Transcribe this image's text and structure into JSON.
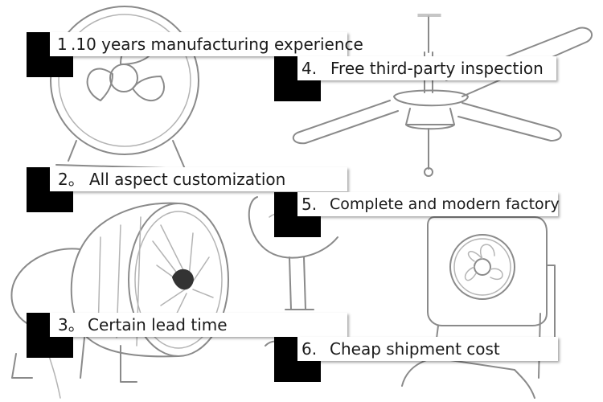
{
  "features": [
    {
      "number": "1",
      "text": ".10 years manufacturing experience"
    },
    {
      "number": "2。",
      "text": "All aspect customization"
    },
    {
      "number": "3。",
      "text": "Certain lead time"
    },
    {
      "number": "4.",
      "text": "Free third-party inspection"
    },
    {
      "number": "5.",
      "text": "Complete and modern factory"
    },
    {
      "number": "6.",
      "text": "Cheap shipment cost"
    }
  ],
  "colors": {
    "marker": "#000000",
    "label_background": "#ffffff",
    "sketch_line": "#8a8a8a"
  },
  "illustrations": [
    "desk-fan-sketch",
    "ceiling-fan-sketch",
    "jet-engine-sketch",
    "standing-figure-sketch",
    "box-fan-sketch"
  ]
}
